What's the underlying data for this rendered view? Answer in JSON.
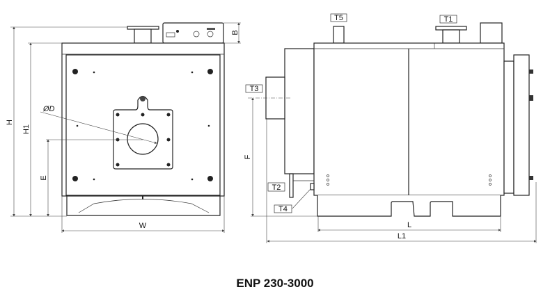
{
  "title": "ENP 230-3000",
  "front_view": {
    "dimensions": {
      "height": "H",
      "height1": "H1",
      "control_box": "B",
      "diameter": "ØD",
      "burner_axis": "E",
      "width": "W"
    }
  },
  "side_view": {
    "connections": {
      "t5": "T5",
      "t1": "T1",
      "t3": "T3",
      "t2": "T2",
      "t4": "T4"
    },
    "dimensions": {
      "flue_axis": "F",
      "length": "L",
      "length1": "L1"
    }
  }
}
